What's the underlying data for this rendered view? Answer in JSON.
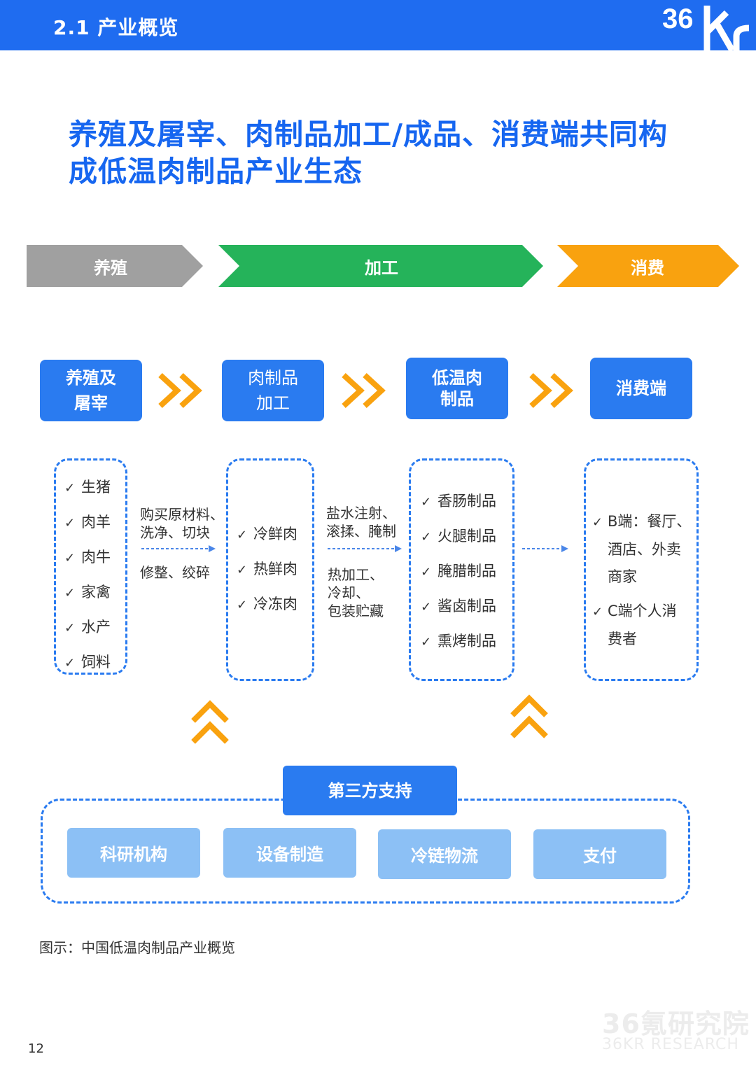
{
  "header": {
    "title": "2.1 产业概览",
    "logo": "36Kr"
  },
  "main_title": {
    "line1": "养殖及屠宰、肉制品加工/成品、消费端共同构",
    "line2": "成低温肉制品产业生态"
  },
  "chevrons": [
    {
      "label": "养殖",
      "color": "#a0a0a0"
    },
    {
      "label": "加工",
      "color": "#25b35a"
    },
    {
      "label": "消费",
      "color": "#f9a20f"
    }
  ],
  "stages": [
    {
      "line1": "养殖及",
      "line2": "屠宰"
    },
    {
      "line1": "肉制品",
      "line2": "加工"
    },
    {
      "line1": "低温肉",
      "line2": "制品"
    },
    {
      "line1": "消费端",
      "line2": ""
    }
  ],
  "lists": {
    "farming": [
      "生猪",
      "肉羊",
      "肉牛",
      "家禽",
      "水产",
      "饲料"
    ],
    "meat": [
      "冷鲜肉",
      "热鲜肉",
      "冷冻肉"
    ],
    "products": [
      "香肠制品",
      "火腿制品",
      "腌腊制品",
      "酱卤制品",
      "熏烤制品"
    ],
    "consumers": [
      {
        "line1": "B端：餐厅、",
        "line2": "酒店、外卖",
        "line3": "商家"
      },
      {
        "line1": "C端个人消",
        "line2": "费者"
      }
    ]
  },
  "processes": {
    "p1_above": [
      "购买原材料、",
      "洗净、切块"
    ],
    "p1_below": [
      "修整、绞碎"
    ],
    "p2_above": [
      "盐水注射、",
      "滚揉、腌制"
    ],
    "p2_below": [
      "热加工、",
      "冷却、",
      "包装贮藏"
    ]
  },
  "support": {
    "title": "第三方支持",
    "items": [
      "科研机构",
      "设备制造",
      "冷链物流",
      "支付"
    ]
  },
  "caption": "图示：中国低温肉制品产业概览",
  "page_number": "12",
  "watermark": {
    "cn": "36氪研究院",
    "en": "36KR RESEARCH"
  },
  "colors": {
    "blue": "#1f6cf0",
    "box_blue": "#2a7bf0",
    "light_blue": "#8cc0f5",
    "orange": "#f9a20f",
    "green": "#25b35a",
    "gray": "#a0a0a0"
  }
}
